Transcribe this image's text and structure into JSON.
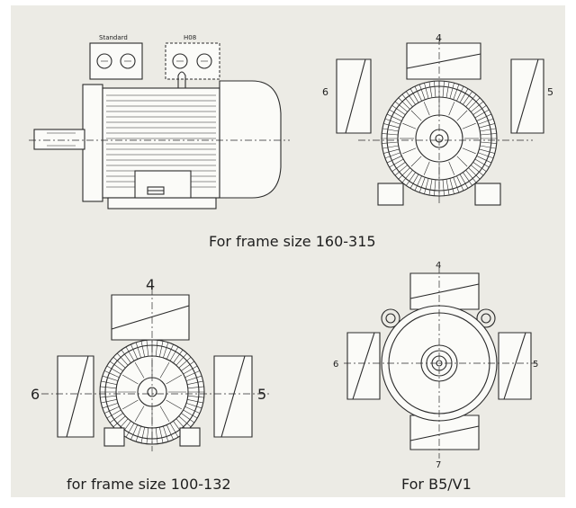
{
  "captions": {
    "top": "For frame size 160-315",
    "bottom_left": "for frame size 100-132",
    "bottom_right": "For B5/V1"
  },
  "side_view": {
    "box_left_label": "Standard",
    "box_right_label": "H08"
  },
  "top_right_view": {
    "label_top": "4",
    "label_left": "6",
    "label_right": "5"
  },
  "bottom_left_view": {
    "label_top": "4",
    "label_left": "6",
    "label_right": "5"
  },
  "bottom_right_view": {
    "label_top": "4",
    "label_left": "6",
    "label_right": "5",
    "label_bottom": "7"
  }
}
